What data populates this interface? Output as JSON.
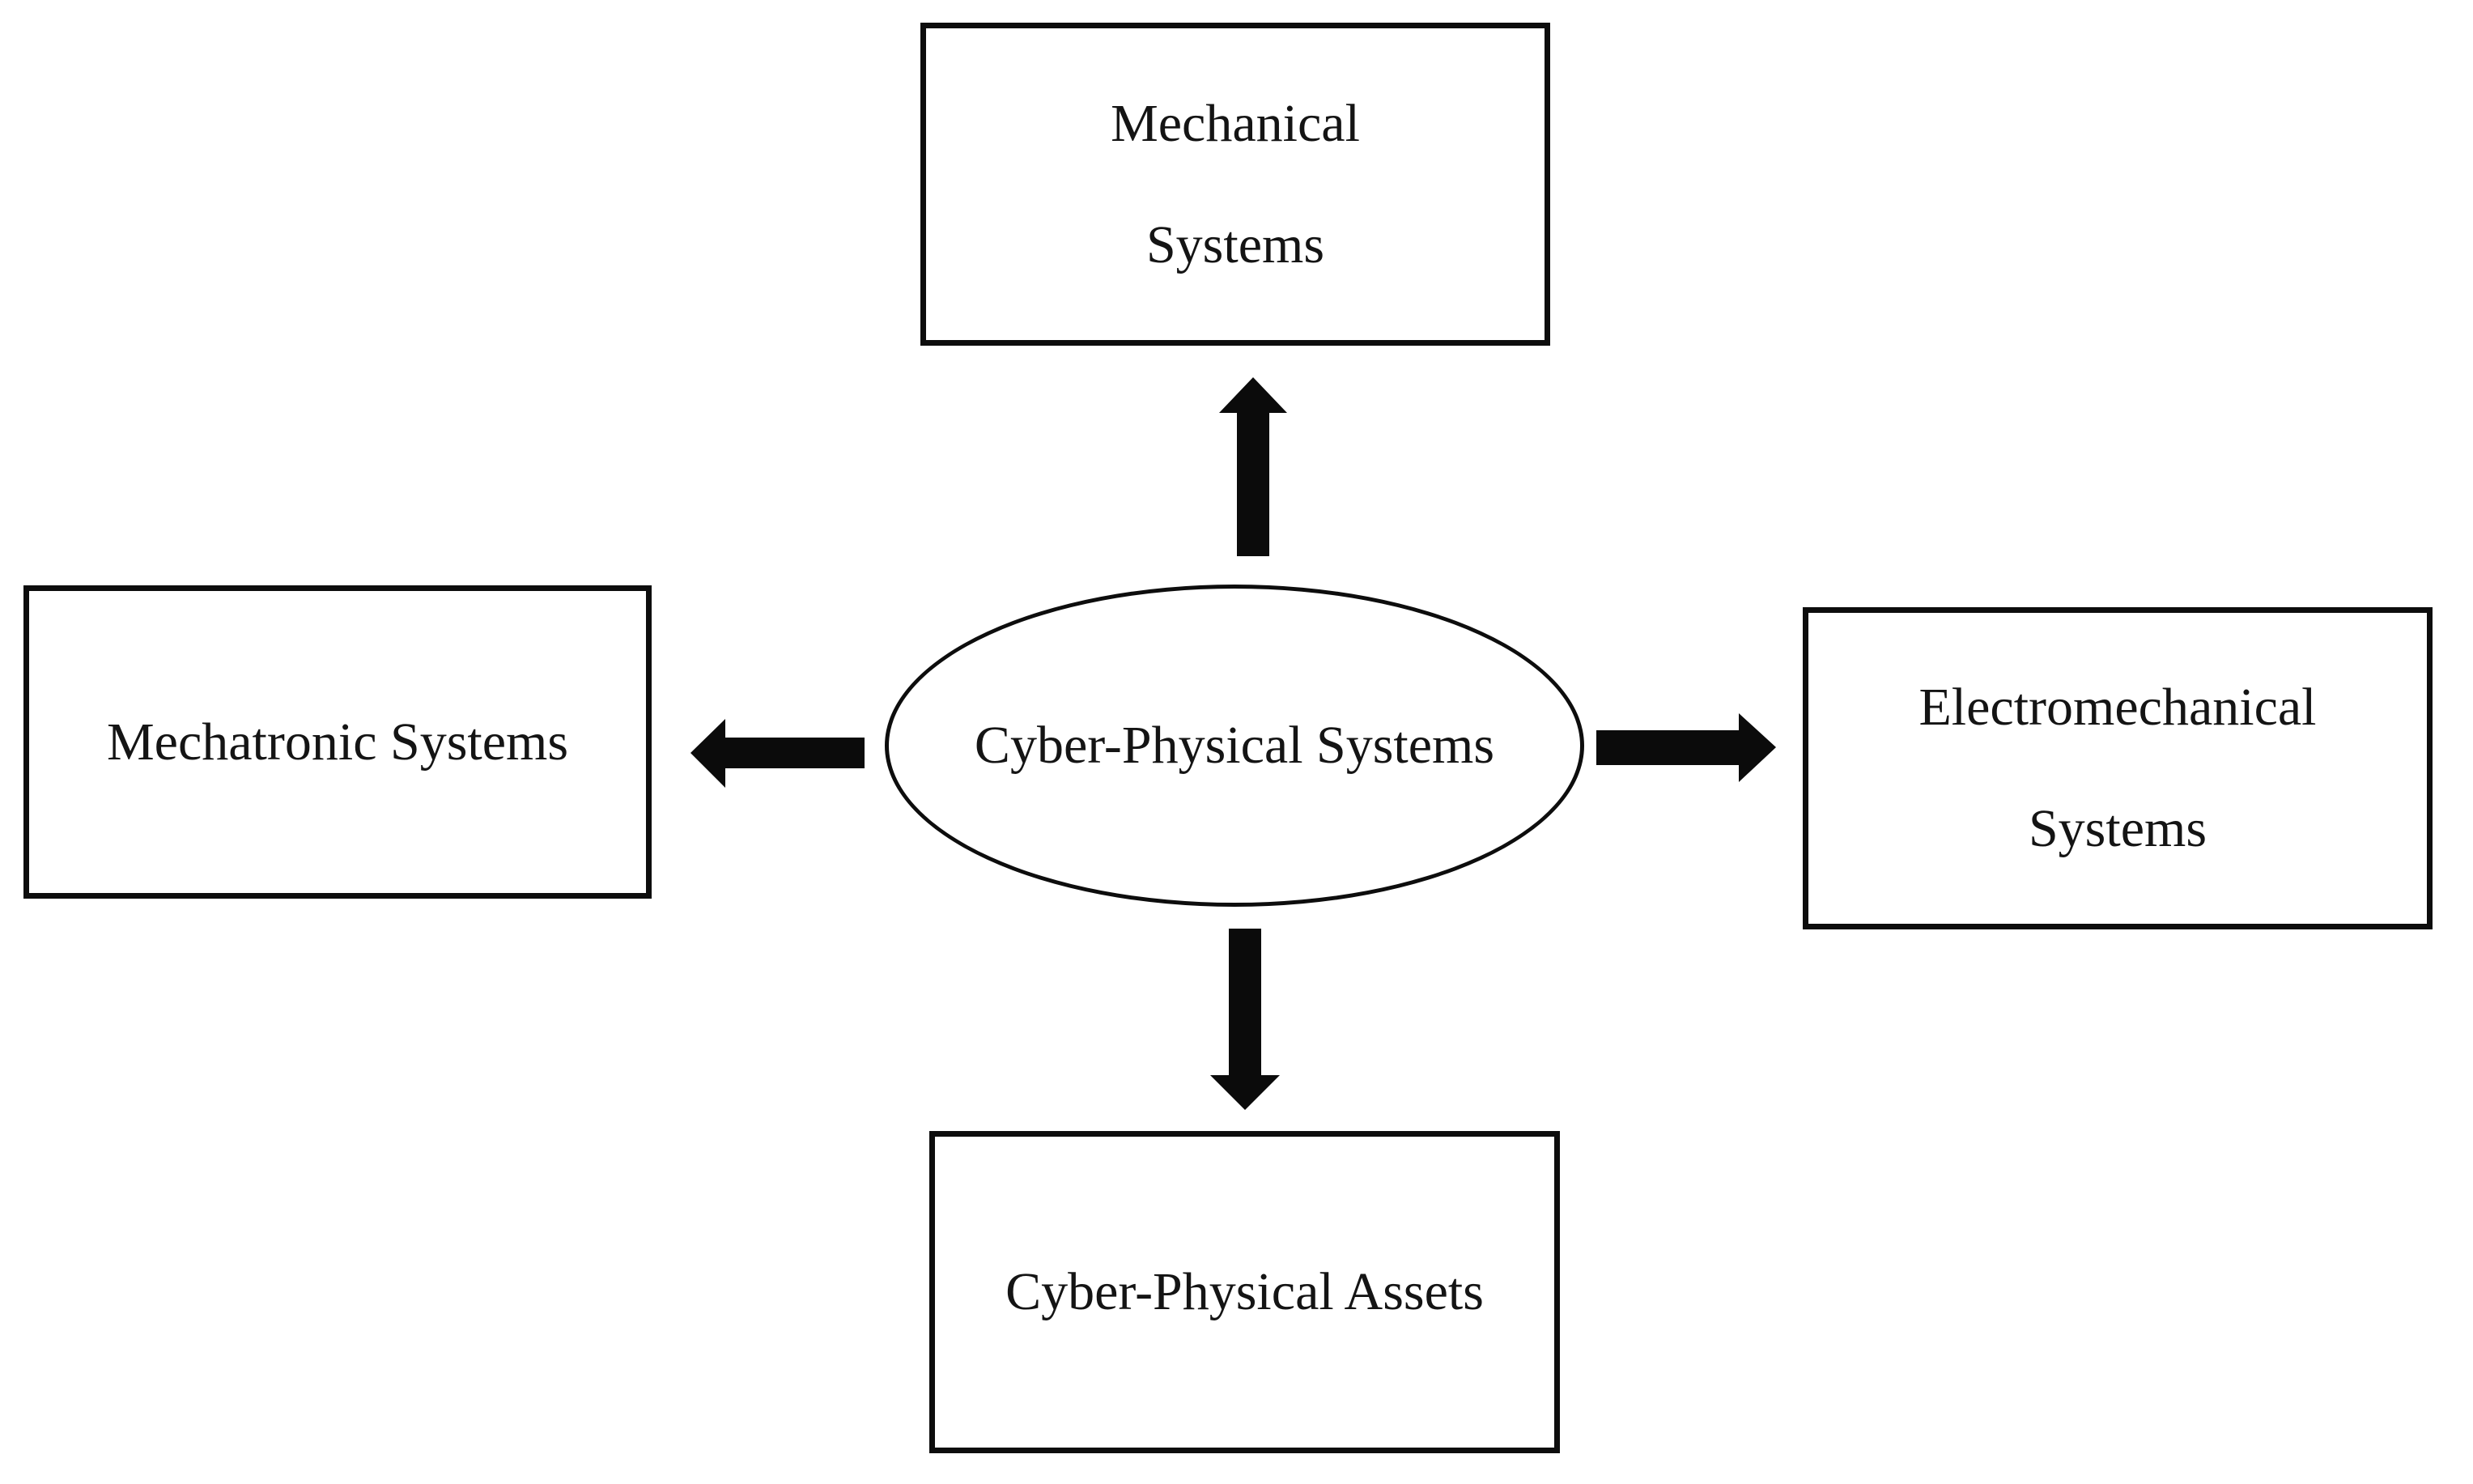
{
  "diagram": {
    "background": "#ffffff",
    "stroke_color": "#0d0d0d",
    "text_color": "#141414",
    "center_node": {
      "shape": "ellipse",
      "label": "Cyber-Physical Systems"
    },
    "nodes": {
      "top": {
        "line1": "Mechanical",
        "line2": "Systems"
      },
      "left": {
        "line1": "Mechatronic Systems"
      },
      "right": {
        "line1": "Electromechanical",
        "line2": "Systems"
      },
      "bottom": {
        "line1": "Cyber-Physical Assets"
      }
    },
    "connectors": [
      {
        "icon": "arrow-up-icon",
        "from": "center",
        "to": "top"
      },
      {
        "icon": "arrow-right-icon",
        "from": "center",
        "to": "right"
      },
      {
        "icon": "arrow-down-icon",
        "from": "center",
        "to": "bottom"
      },
      {
        "icon": "arrow-left-icon",
        "from": "center",
        "to": "left"
      }
    ]
  }
}
